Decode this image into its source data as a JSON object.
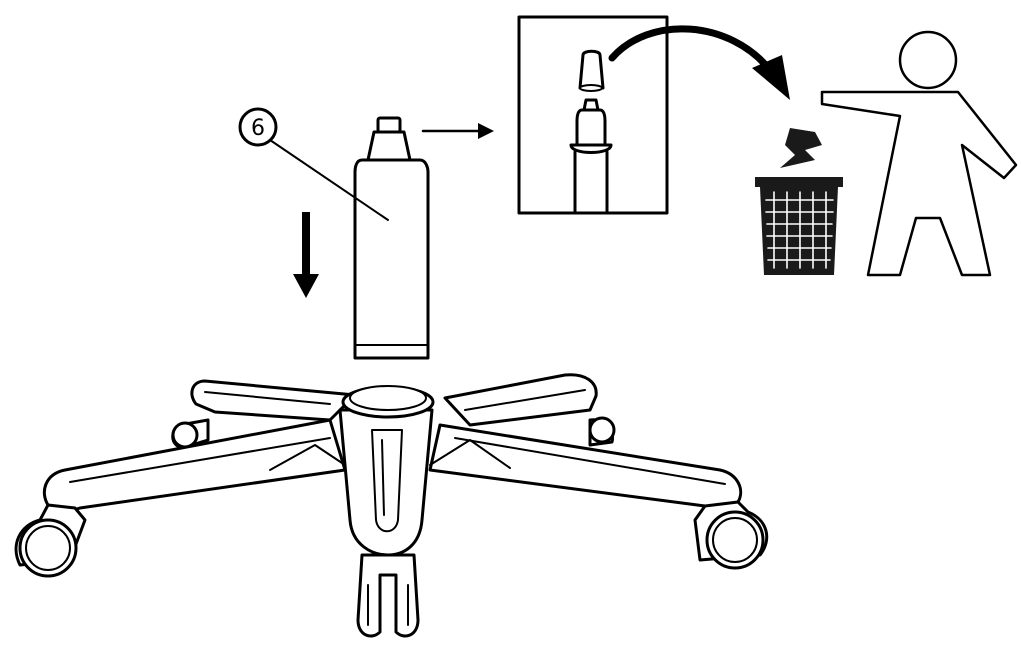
{
  "callout": {
    "part_number": "6"
  },
  "colors": {
    "line": "#000000",
    "fill": "#ffffff",
    "dark": "#1a1a1a"
  },
  "icons": [
    "gas-lift-cylinder",
    "chair-base",
    "caster-wheel",
    "protective-cap",
    "trash-bin",
    "person-figure",
    "down-arrow",
    "right-arrow",
    "curved-arrow"
  ]
}
